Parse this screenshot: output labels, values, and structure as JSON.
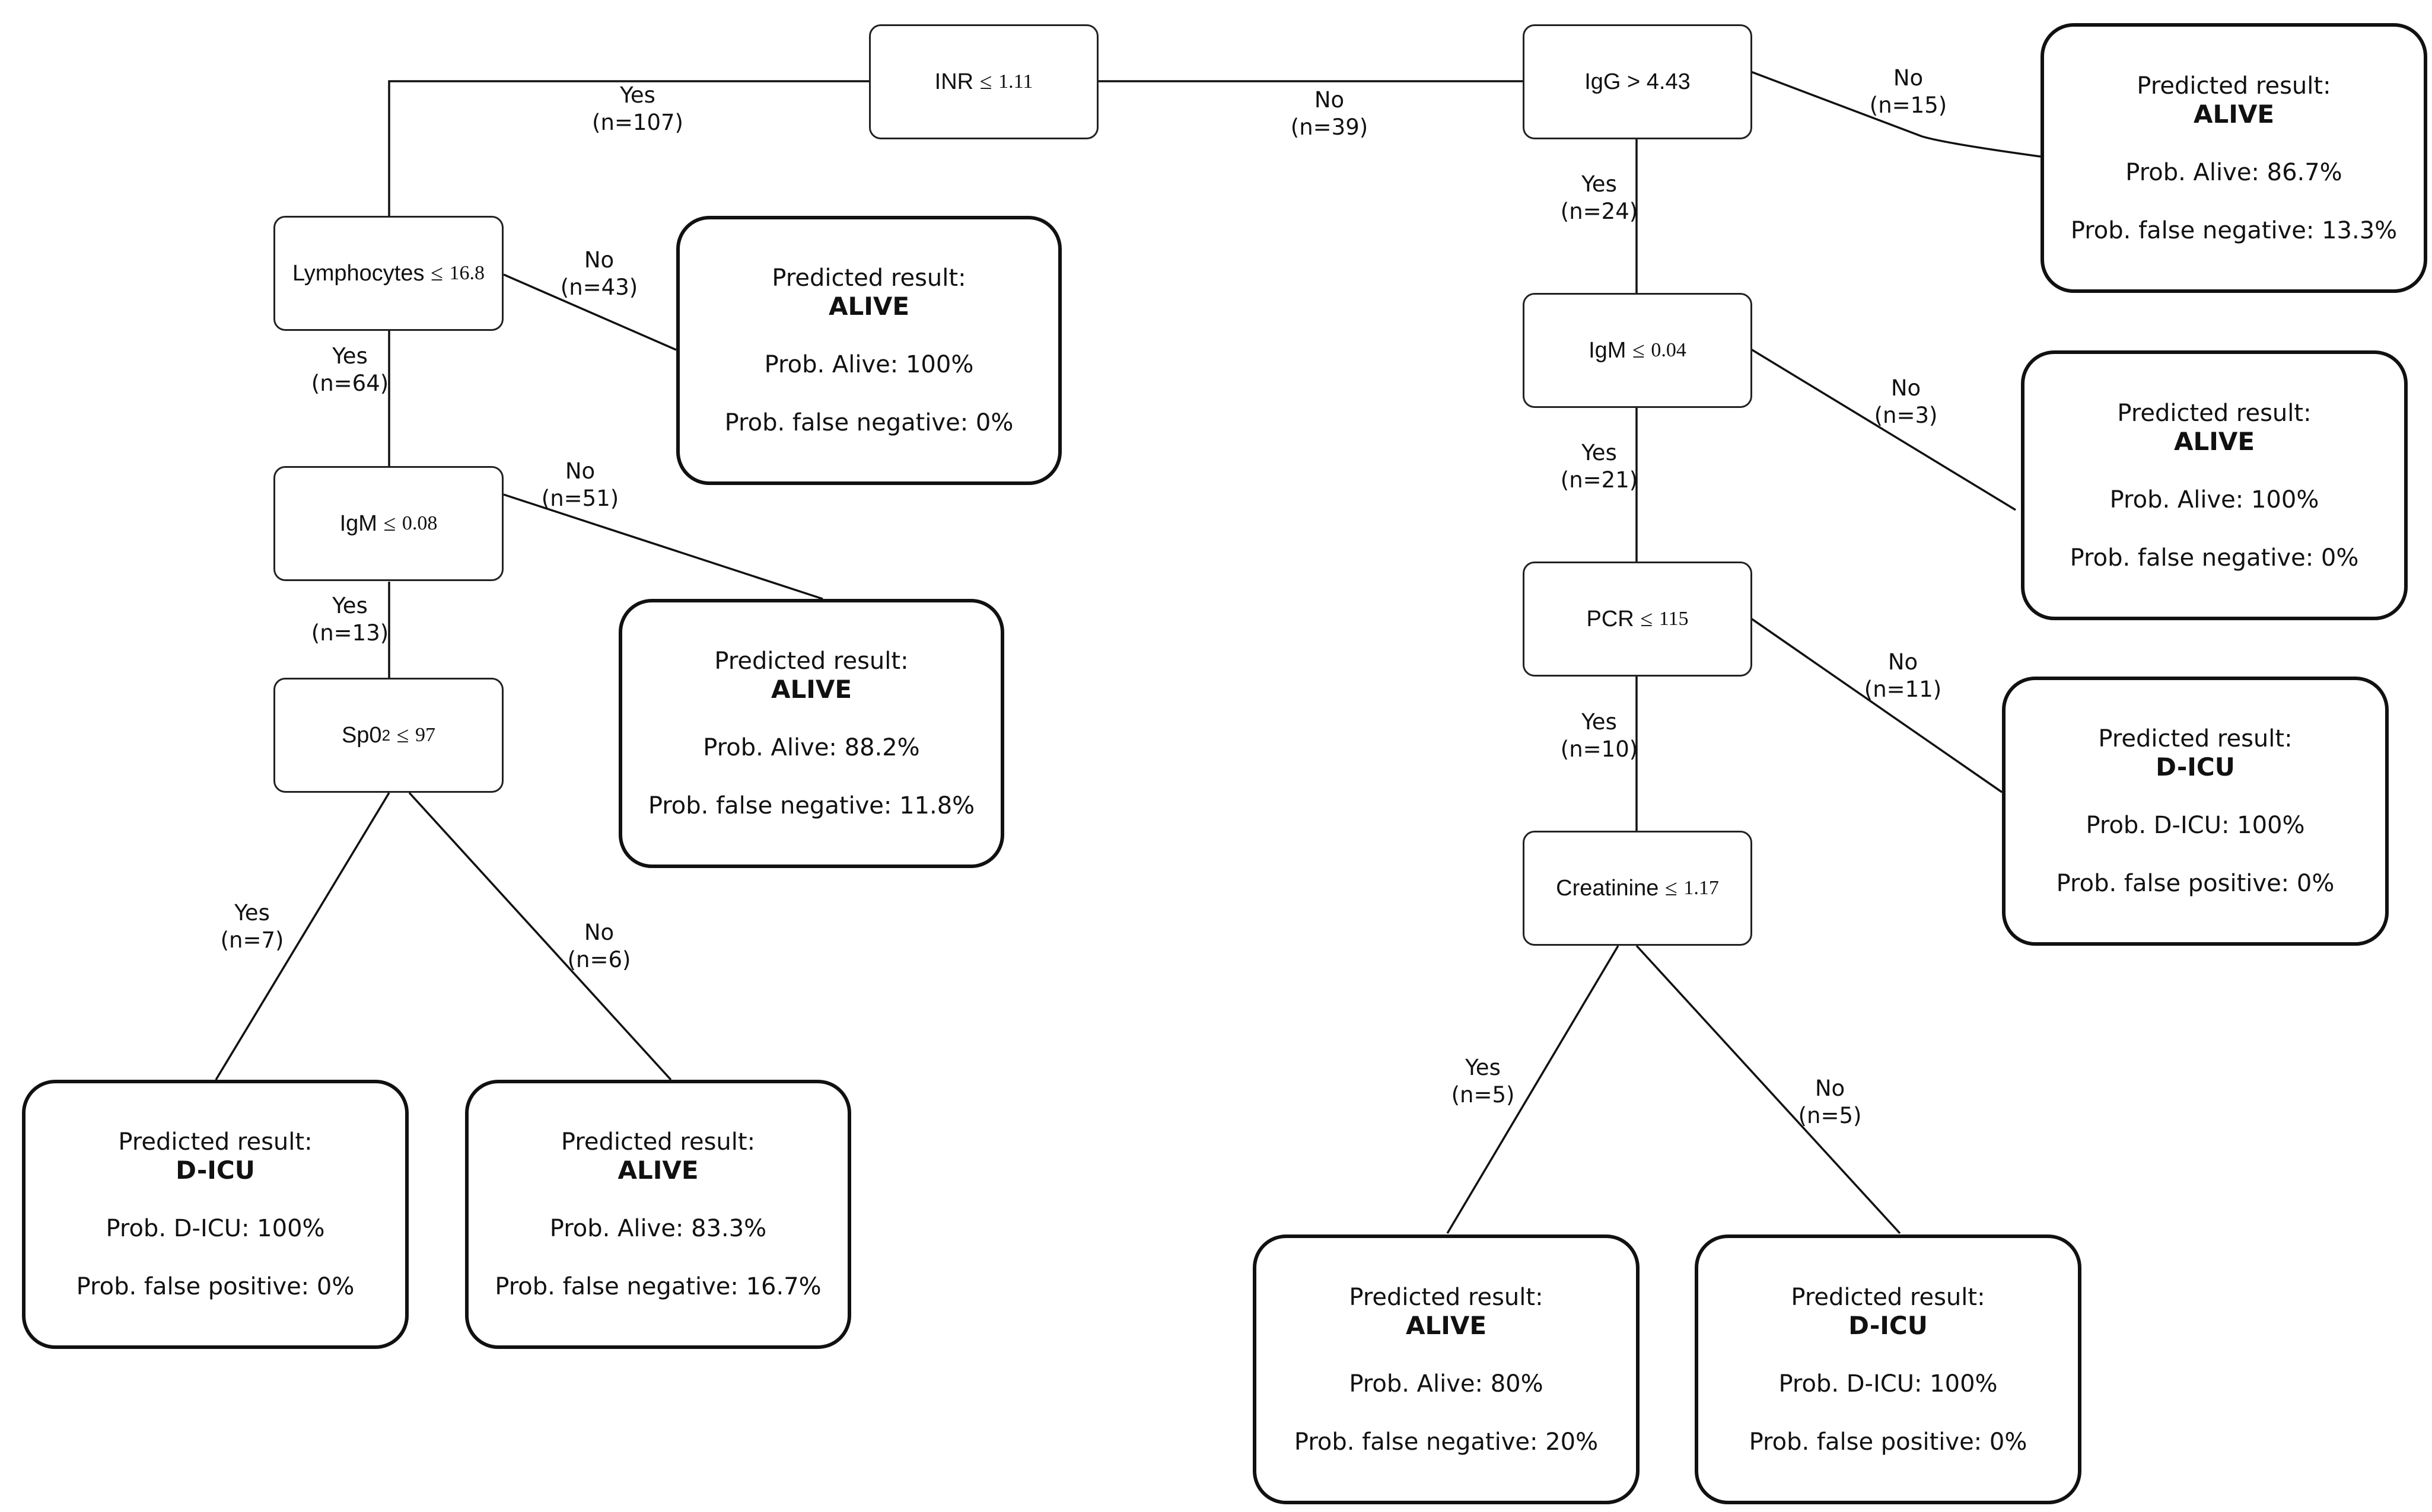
{
  "nodes": {
    "inr": {
      "var": "INR",
      "op": "≤",
      "thr": "1.11"
    },
    "igg": {
      "var": "IgG",
      "op": ">",
      "thr": "4.43"
    },
    "lymph": {
      "var": "Lymphocytes",
      "op": "≤",
      "thr": "16.8"
    },
    "igm_l": {
      "var": "IgM",
      "op": "≤",
      "thr": "0.08"
    },
    "spo2": {
      "var": "Sp0",
      "sub": "2",
      "op": "≤",
      "thr": "97"
    },
    "igm_r": {
      "var": "IgM",
      "op": "≤",
      "thr": "0.04"
    },
    "pcr": {
      "var": "PCR",
      "op": "≤",
      "thr": "115"
    },
    "creat": {
      "var": "Creatinine",
      "op": "≤",
      "thr": "1.17"
    }
  },
  "leaves": {
    "l_lymph_no": {
      "title": "Predicted result:",
      "result": "ALIVE",
      "prob": "Prob. Alive: 100%",
      "false": "Prob. false negative: 0%"
    },
    "l_igml_no": {
      "title": "Predicted result:",
      "result": "ALIVE",
      "prob": "Prob. Alive: 88.2%",
      "false": "Prob. false negative: 11.8%"
    },
    "l_spo2_yes": {
      "title": "Predicted result:",
      "result": "D-ICU",
      "prob": "Prob. D-ICU: 100%",
      "false": "Prob. false positive: 0%"
    },
    "l_spo2_no": {
      "title": "Predicted result:",
      "result": "ALIVE",
      "prob": "Prob. Alive: 83.3%",
      "false": "Prob. false negative: 16.7%"
    },
    "l_igg_no": {
      "title": "Predicted result:",
      "result": "ALIVE",
      "prob": "Prob. Alive: 86.7%",
      "false": "Prob. false negative: 13.3%"
    },
    "l_igmr_no": {
      "title": "Predicted result:",
      "result": "ALIVE",
      "prob": "Prob. Alive: 100%",
      "false": "Prob. false negative: 0%"
    },
    "l_pcr_no": {
      "title": "Predicted result:",
      "result": "D-ICU",
      "prob": "Prob. D-ICU: 100%",
      "false": "Prob. false positive: 0%"
    },
    "l_creat_yes": {
      "title": "Predicted result:",
      "result": "ALIVE",
      "prob": "Prob. Alive: 80%",
      "false": "Prob. false negative: 20%"
    },
    "l_creat_no": {
      "title": "Predicted result:",
      "result": "D-ICU",
      "prob": "Prob. D-ICU: 100%",
      "false": "Prob. false positive: 0%"
    }
  },
  "edges": {
    "inr_yes": {
      "ans": "Yes",
      "n": "(n=107)"
    },
    "inr_no": {
      "ans": "No",
      "n": "(n=39)"
    },
    "igg_no": {
      "ans": "No",
      "n": "(n=15)"
    },
    "igg_yes": {
      "ans": "Yes",
      "n": "(n=24)"
    },
    "lymph_no": {
      "ans": "No",
      "n": "(n=43)"
    },
    "lymph_yes": {
      "ans": "Yes",
      "n": "(n=64)"
    },
    "igml_no": {
      "ans": "No",
      "n": "(n=51)"
    },
    "igml_yes": {
      "ans": "Yes",
      "n": "(n=13)"
    },
    "spo2_yes": {
      "ans": "Yes",
      "n": "(n=7)"
    },
    "spo2_no": {
      "ans": "No",
      "n": "(n=6)"
    },
    "igmr_no": {
      "ans": "No",
      "n": "(n=3)"
    },
    "igmr_yes": {
      "ans": "Yes",
      "n": "(n=21)"
    },
    "pcr_no": {
      "ans": "No",
      "n": "(n=11)"
    },
    "pcr_yes": {
      "ans": "Yes",
      "n": "(n=10)"
    },
    "creat_yes": {
      "ans": "Yes",
      "n": "(n=5)"
    },
    "creat_no": {
      "ans": "No",
      "n": "(n=5)"
    }
  }
}
